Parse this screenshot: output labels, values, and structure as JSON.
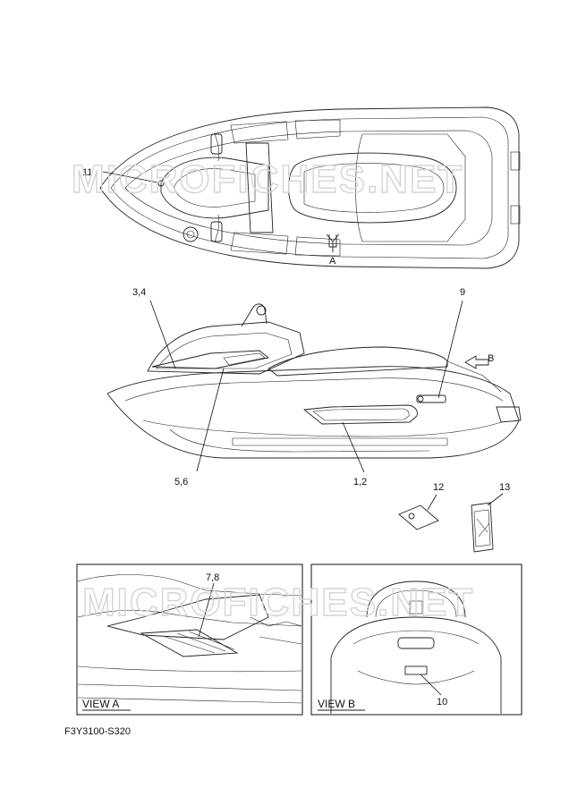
{
  "watermark": "MICROFICHES.NET",
  "callouts": {
    "c11": "11",
    "c34": "3,4",
    "c9": "9",
    "c56": "5,6",
    "c12_side": "1,2",
    "c12": "12",
    "c13": "13",
    "c78": "7,8",
    "c10": "10"
  },
  "arrows": {
    "a": "A",
    "b": "B"
  },
  "views": {
    "view_a": "VIEW A",
    "view_b": "VIEW B"
  },
  "figure_code": "F3Y3100-S320"
}
